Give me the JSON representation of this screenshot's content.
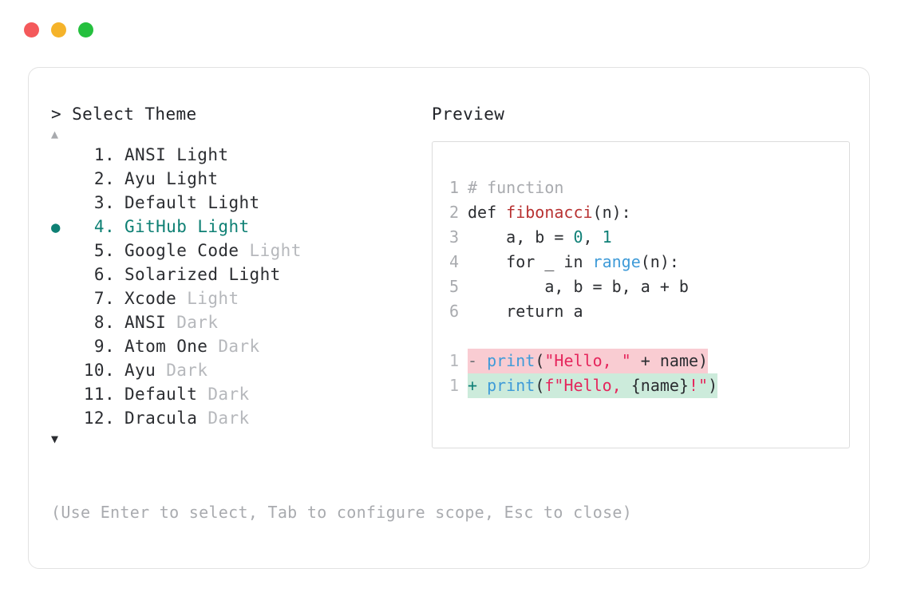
{
  "window": {
    "dots": [
      {
        "name": "close",
        "color": "#f4595b"
      },
      {
        "name": "minimize",
        "color": "#f5b32a"
      },
      {
        "name": "maximize",
        "color": "#25c03e"
      }
    ]
  },
  "left": {
    "prompt": "> Select Theme",
    "scroll_up": "▲",
    "scroll_down": "▼",
    "bullet": "●",
    "items": [
      {
        "index": " 1.",
        "name": "ANSI",
        "variant": "Light",
        "variant_dim": false,
        "selected": false
      },
      {
        "index": " 2.",
        "name": "Ayu",
        "variant": "Light",
        "variant_dim": false,
        "selected": false
      },
      {
        "index": " 3.",
        "name": "Default",
        "variant": "Light",
        "variant_dim": false,
        "selected": false
      },
      {
        "index": " 4.",
        "name": "GitHub",
        "variant": "Light",
        "variant_dim": false,
        "selected": true
      },
      {
        "index": " 5.",
        "name": "Google Code",
        "variant": "Light",
        "variant_dim": true,
        "selected": false
      },
      {
        "index": " 6.",
        "name": "Solarized",
        "variant": "Light",
        "variant_dim": false,
        "selected": false
      },
      {
        "index": " 7.",
        "name": "Xcode",
        "variant": "Light",
        "variant_dim": true,
        "selected": false
      },
      {
        "index": " 8.",
        "name": "ANSI",
        "variant": "Dark",
        "variant_dim": true,
        "selected": false
      },
      {
        "index": " 9.",
        "name": "Atom One",
        "variant": "Dark",
        "variant_dim": true,
        "selected": false
      },
      {
        "index": "10.",
        "name": "Ayu",
        "variant": "Dark",
        "variant_dim": true,
        "selected": false
      },
      {
        "index": "11.",
        "name": "Default",
        "variant": "Dark",
        "variant_dim": true,
        "selected": false
      },
      {
        "index": "12.",
        "name": "Dracula",
        "variant": "Dark",
        "variant_dim": true,
        "selected": false
      }
    ],
    "hint": "(Use Enter to select, Tab to configure scope, Esc to close)"
  },
  "right": {
    "title": "Preview",
    "code_lines": [
      {
        "num": "1",
        "tokens": [
          {
            "t": "# function",
            "c": "comment"
          }
        ]
      },
      {
        "num": "2",
        "tokens": [
          {
            "t": "def ",
            "c": "keyword"
          },
          {
            "t": "fibonacci",
            "c": "func"
          },
          {
            "t": "(n):",
            "c": "plain"
          }
        ]
      },
      {
        "num": "3",
        "tokens": [
          {
            "t": "    a, b = ",
            "c": "plain"
          },
          {
            "t": "0",
            "c": "number"
          },
          {
            "t": ", ",
            "c": "plain"
          },
          {
            "t": "1",
            "c": "number"
          }
        ]
      },
      {
        "num": "4",
        "tokens": [
          {
            "t": "    for _ in ",
            "c": "plain"
          },
          {
            "t": "range",
            "c": "builtin"
          },
          {
            "t": "(n):",
            "c": "plain"
          }
        ]
      },
      {
        "num": "5",
        "tokens": [
          {
            "t": "        a, b = b, a + b",
            "c": "plain"
          }
        ]
      },
      {
        "num": "6",
        "tokens": [
          {
            "t": "    return a",
            "c": "plain"
          }
        ]
      }
    ],
    "diff_lines": [
      {
        "num": "1",
        "kind": "minus",
        "sign": "-",
        "tokens": [
          {
            "t": "print",
            "c": "builtin"
          },
          {
            "t": "(",
            "c": "plain"
          },
          {
            "t": "\"Hello, \"",
            "c": "string"
          },
          {
            "t": " + name)",
            "c": "plain"
          }
        ]
      },
      {
        "num": "1",
        "kind": "plus",
        "sign": "+",
        "tokens": [
          {
            "t": "print",
            "c": "builtin"
          },
          {
            "t": "(",
            "c": "plain"
          },
          {
            "t": "f\"Hello, ",
            "c": "string"
          },
          {
            "t": "{name}",
            "c": "plain"
          },
          {
            "t": "!\"",
            "c": "string"
          },
          {
            "t": ")",
            "c": "plain"
          }
        ]
      }
    ]
  },
  "colors": {
    "accent_teal": "#0e8074",
    "diff_add_bg": "#ccebdb",
    "diff_del_bg": "#f9ccd2",
    "string": "#e5265c",
    "builtin": "#3f9bd8",
    "func": "#b83232",
    "muted": "#a9abaf"
  }
}
